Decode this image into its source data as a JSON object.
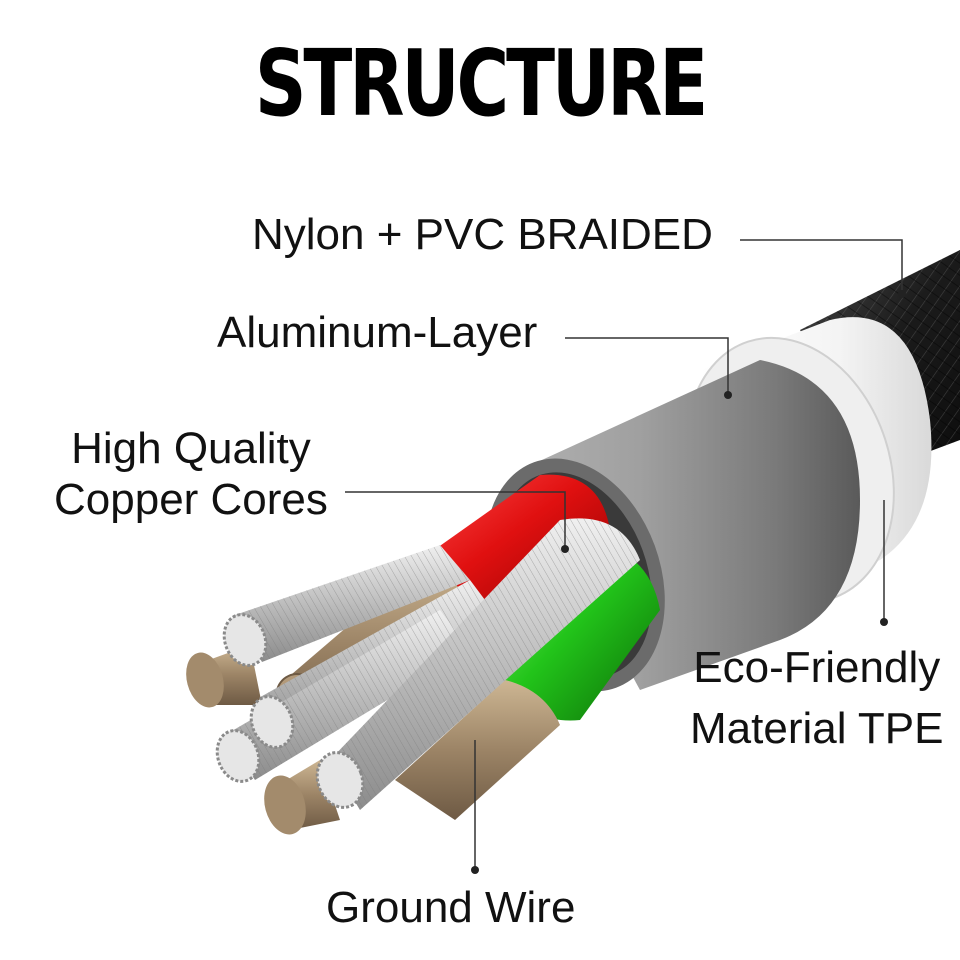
{
  "title": "STRUCTURE",
  "labels": {
    "nylon": "Nylon + PVC BRAIDED",
    "aluminum": "Aluminum-Layer",
    "copper_line1": "High Quality",
    "copper_line2": "Copper Cores",
    "eco_line1": "Eco-Friendly",
    "eco_line2": "Material TPE",
    "ground": "Ground Wire"
  },
  "colors": {
    "braid": "#1e1e1e",
    "tpe_jacket": "#f2f2f2",
    "aluminum": "#8a8a8a",
    "red_core": "#e01010",
    "green_core": "#22c41a",
    "copper": "#a08a6c",
    "strands": "#cfcfcf",
    "leader_line": "#333333"
  }
}
